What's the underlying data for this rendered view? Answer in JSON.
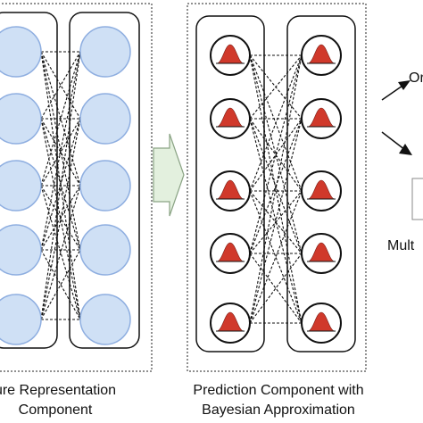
{
  "colors": {
    "blue_node_fill": "#cfe0f5",
    "blue_node_stroke": "#8eaee0",
    "white_node_fill": "#ffffff",
    "node_stroke": "#111111",
    "bell_fill": "#d0392b",
    "arrow_fill": "#e3f0de",
    "arrow_stroke": "#8aa384",
    "panel_stroke": "#222222"
  },
  "icons": {
    "node_a": "blue-circle-node",
    "node_b": "gaussian-bell-node",
    "transition": "block-arrow-right",
    "branch": "diagonal-arrow"
  },
  "left_panel": {
    "caption_line1": "ure Representation",
    "caption_line2": "Component"
  },
  "middle_panel": {
    "caption_line1": "Prediction Component with",
    "caption_line2": "Bayesian Approximation"
  },
  "right_partial": {
    "top_label": "Or",
    "bottom_label": "Mult"
  }
}
